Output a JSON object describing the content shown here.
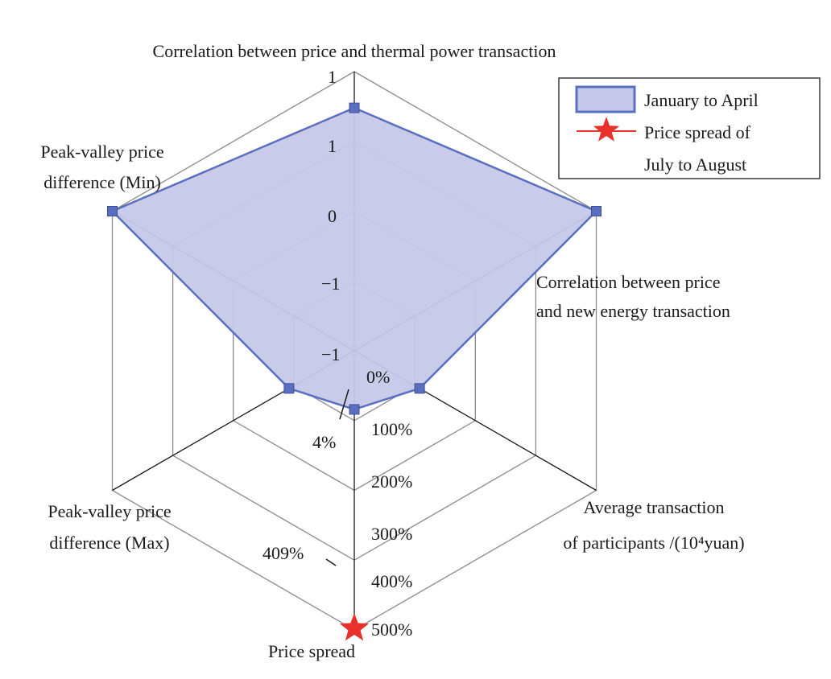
{
  "chart_data": {
    "type": "radar",
    "axes": [
      {
        "label_lines": [
          "Correlation between price and thermal power transaction"
        ]
      },
      {
        "label_lines": [
          "Correlation between price",
          "and new energy transaction"
        ]
      },
      {
        "label_lines": [
          "Average transaction",
          "of participants /(10⁴yuan)"
        ]
      },
      {
        "label_lines": [
          "Price spread"
        ]
      },
      {
        "label_lines": [
          "Peak-valley price",
          "difference (Max)"
        ]
      },
      {
        "label_lines": [
          "Peak-valley price",
          "difference (Min)"
        ]
      }
    ],
    "levels": 4,
    "thermal_tick_labels": [
      "−1",
      "−1",
      "0",
      "1",
      "1"
    ],
    "price_spread_tick_labels": [
      "0%",
      "100%",
      "200%",
      "300%",
      "400%",
      "500%"
    ],
    "series": [
      {
        "name": "January to April",
        "color": "#5a6fbf",
        "fill": "#c5c8e8",
        "values": [
          0.87,
          1.0,
          0.27,
          0.21,
          0.27,
          1.0
        ]
      }
    ],
    "markers": [
      {
        "name": "Price spread of July to August",
        "axis": 3,
        "value": 1.0,
        "label": "409%",
        "color": "#e8312a"
      }
    ],
    "annotations": [
      {
        "text": "4%",
        "axis": 3
      }
    ],
    "legend": {
      "position": "top-right",
      "entries": [
        {
          "label_lines": [
            "January to April"
          ],
          "kind": "area"
        },
        {
          "label_lines": [
            "Price spread of",
            "July to August"
          ],
          "kind": "star"
        }
      ]
    }
  }
}
